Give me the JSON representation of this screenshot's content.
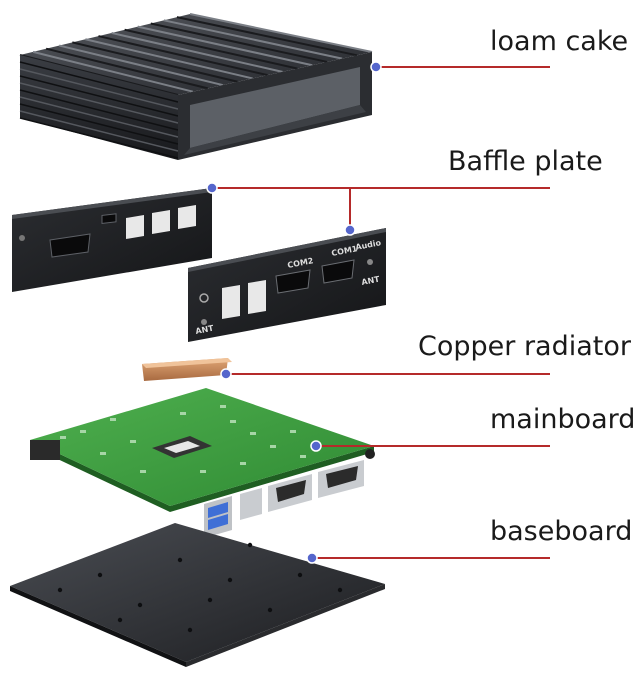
{
  "colors": {
    "leader": "#b52a2a",
    "dot": "#5566cc",
    "metal_dark": "#1e1f22",
    "metal_mid": "#3a3c41",
    "metal_light": "#6a6d73",
    "pcb": "#3d9b3d",
    "pcb_dark": "#2a6f2a",
    "copper": "#c8875a"
  },
  "labels": {
    "loam_cake": "loam cake",
    "baffle_plate": "Baffle plate",
    "copper_radiator": "Copper radiator",
    "mainboard": "mainboard",
    "baseboard": "baseboard"
  },
  "port_labels": {
    "com2": "COM2",
    "com1": "COM1",
    "audio": "Audio",
    "ant_left": "ANT",
    "ant_right": "ANT"
  }
}
